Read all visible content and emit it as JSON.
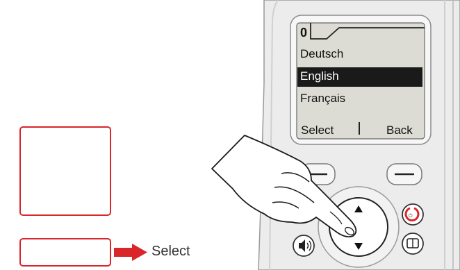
{
  "screen": {
    "header": "0",
    "menu_items": [
      "Deutsch",
      "English",
      "Français"
    ],
    "selected_index": 1,
    "softkey_left": "Select",
    "softkey_right": "Back"
  },
  "legend": {
    "nav_key_icon": "navigation-key-up-down-icon",
    "softkey_icon": "left-softkey-icon",
    "action_label": "Select"
  },
  "colors": {
    "accent_red": "#d9262b",
    "screen_bg": "#dcdcd4",
    "selection_bg": "#1a1a1a",
    "phone_body": "#ebebeb"
  },
  "icons": {
    "end_call": "power-red-icon",
    "speaker": "speaker-icon",
    "phonebook": "phonebook-icon",
    "hand": "pointing-hand-icon"
  }
}
